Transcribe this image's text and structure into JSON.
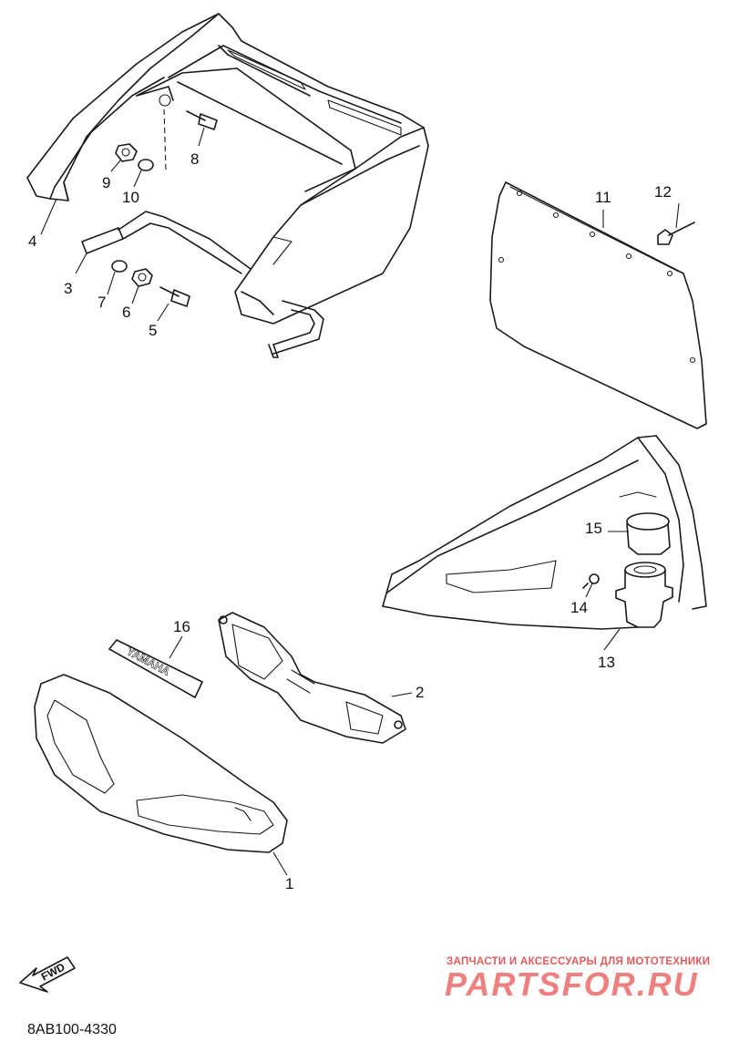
{
  "diagram": {
    "drawing_code": "8AB100-4330",
    "direction_label": "FWD",
    "decal_text": "YAMAHA",
    "watermark": {
      "tagline": "ЗАПЧАСТИ И АКСЕССУАРЫ ДЛЯ МОТОТЕХНИКИ",
      "brand": "PARTSFOR.RU"
    },
    "callouts": [
      {
        "id": "c1",
        "label": "1"
      },
      {
        "id": "c2",
        "label": "2"
      },
      {
        "id": "c3",
        "label": "3"
      },
      {
        "id": "c4",
        "label": "4"
      },
      {
        "id": "c5",
        "label": "5"
      },
      {
        "id": "c6",
        "label": "6"
      },
      {
        "id": "c7",
        "label": "7"
      },
      {
        "id": "c8",
        "label": "8"
      },
      {
        "id": "c9",
        "label": "9"
      },
      {
        "id": "c10",
        "label": "10"
      },
      {
        "id": "c11",
        "label": "11"
      },
      {
        "id": "c12",
        "label": "12"
      },
      {
        "id": "c13",
        "label": "13"
      },
      {
        "id": "c14",
        "label": "14"
      },
      {
        "id": "c15",
        "label": "15"
      },
      {
        "id": "c16",
        "label": "16"
      }
    ]
  }
}
